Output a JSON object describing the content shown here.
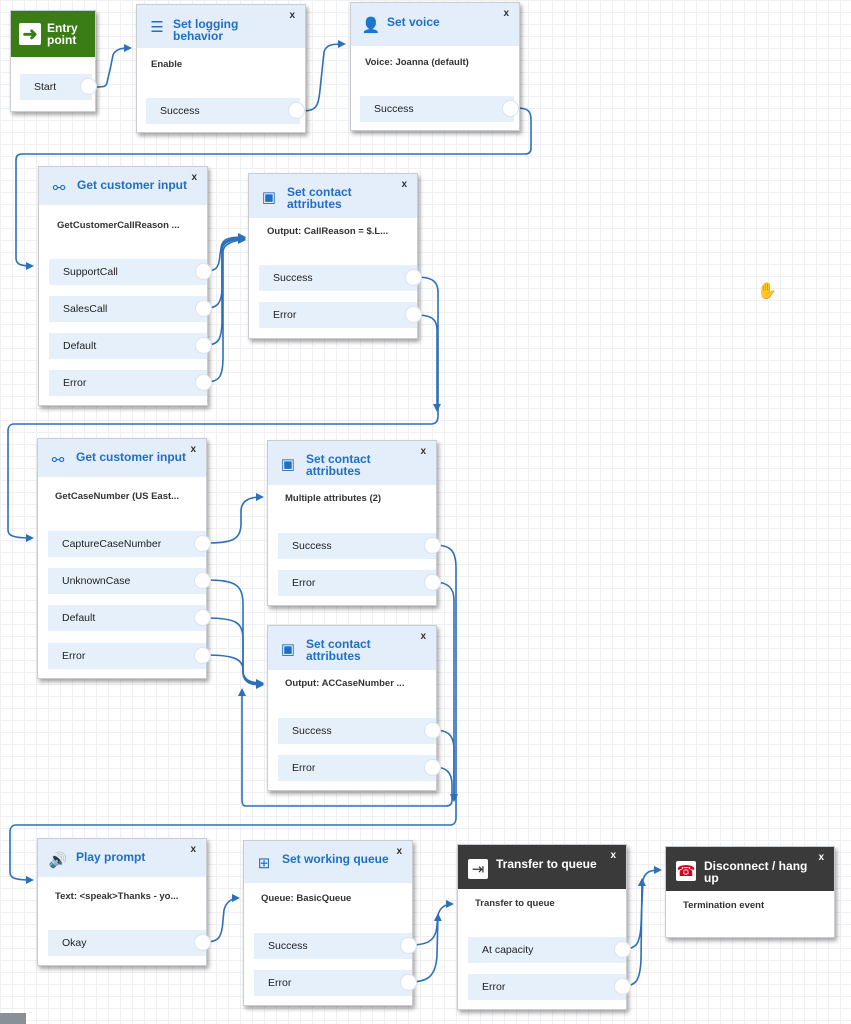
{
  "entry": {
    "title_line1": "Entry",
    "title_line2": "point",
    "branch": "Start"
  },
  "blocks": {
    "logging": {
      "title_line1": "Set logging",
      "title_line2": "behavior",
      "desc": "Enable",
      "branches": [
        "Success"
      ],
      "close": "x"
    },
    "voice": {
      "title_line1": "Set voice",
      "desc": "Voice: Joanna (default)",
      "branches": [
        "Success"
      ],
      "close": "x"
    },
    "input1": {
      "title_line1": "Get customer input",
      "desc": "GetCustomerCallReason ...",
      "branches": [
        "SupportCall",
        "SalesCall",
        "Default",
        "Error"
      ],
      "close": "x"
    },
    "attr1": {
      "title_line1": "Set contact",
      "title_line2": "attributes",
      "desc": "Output: CallReason = $.L...",
      "branches": [
        "Success",
        "Error"
      ],
      "close": "x"
    },
    "input2": {
      "title_line1": "Get customer input",
      "desc": "GetCaseNumber (US East...",
      "branches": [
        "CaptureCaseNumber",
        "UnknownCase",
        "Default",
        "Error"
      ],
      "close": "x"
    },
    "attr2": {
      "title_line1": "Set contact",
      "title_line2": "attributes",
      "desc": "Multiple attributes (2)",
      "branches": [
        "Success",
        "Error"
      ],
      "close": "x"
    },
    "attr3": {
      "title_line1": "Set contact",
      "title_line2": "attributes",
      "desc": "Output: ACCaseNumber ...",
      "branches": [
        "Success",
        "Error"
      ],
      "close": "x"
    },
    "prompt": {
      "title_line1": "Play prompt",
      "desc": "Text: <speak>Thanks - yo...",
      "branches": [
        "Okay"
      ],
      "close": "x"
    },
    "queue": {
      "title_line1": "Set working queue",
      "desc": "Queue: BasicQueue",
      "branches": [
        "Success",
        "Error"
      ],
      "close": "x"
    },
    "transfer": {
      "title_line1": "Transfer to queue",
      "desc": "Transfer to queue",
      "branches": [
        "At capacity",
        "Error"
      ],
      "close": "x"
    },
    "disconnect": {
      "title_line1": "Disconnect / hang",
      "title_line2": "up",
      "desc": "Termination event",
      "close": "x"
    }
  },
  "colors": {
    "wire": "#2e6fba",
    "header": "#e4eefa",
    "branch": "#e6f0fb",
    "entry": "#3a7d15",
    "title": "#1f6fc5",
    "dark_header": "#3a3a3a",
    "hangup": "#d0021b"
  },
  "icons": {
    "entry": "arrow-right-icon",
    "logging": "logging-list-icon",
    "voice": "voice-person-icon",
    "input": "customer-input-icon",
    "attributes": "contact-attributes-icon",
    "prompt": "speaker-icon",
    "queue": "queue-plus-icon",
    "transfer": "transfer-queue-icon",
    "disconnect": "phone-hangup-icon",
    "cursor": "hand-cursor-icon"
  }
}
